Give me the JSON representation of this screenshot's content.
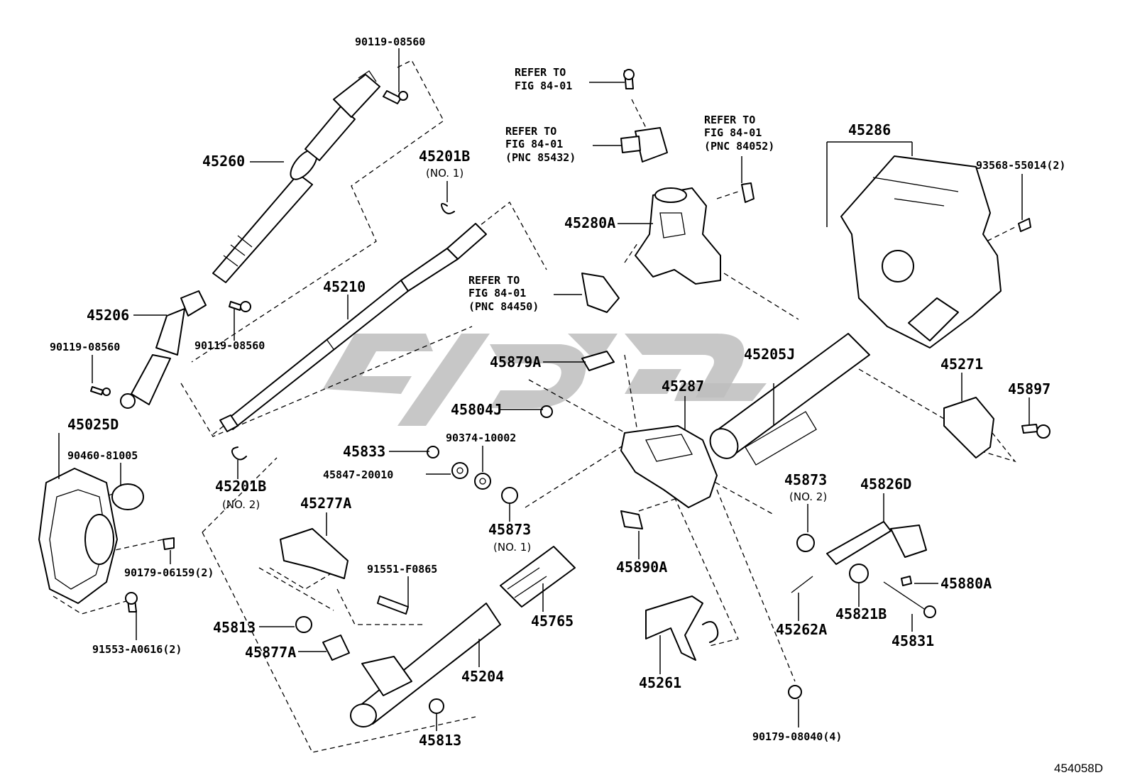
{
  "diagram_id": "454058D",
  "labels": {
    "p90119_08560_top": "90119-08560",
    "p45260": "45260",
    "p45206": "45206",
    "p90119_08560_mid": "90119-08560",
    "p90119_08560_left": "90119-08560",
    "p45201B_1": "45201B",
    "p45201B_1_sub": "(NO. 1)",
    "p45210": "45210",
    "p45201B_2": "45201B",
    "p45201B_2_sub": "(NO. 2)",
    "p45025D": "45025D",
    "p90460_81005": "90460-81005",
    "p90179_06159": "90179-06159(2)",
    "p91553_A0616": "91553-A0616(2)",
    "ref1_a": "REFER TO",
    "ref1_b": "FIG 84-01",
    "ref2_a": "REFER TO",
    "ref2_b": "FIG 84-01",
    "ref2_c": "(PNC 85432)",
    "ref3_a": "REFER TO",
    "ref3_b": "FIG 84-01",
    "ref3_c": "(PNC 84052)",
    "ref4_a": "REFER TO",
    "ref4_b": "FIG 84-01",
    "ref4_c": "(PNC 84450)",
    "p45280A": "45280A",
    "p45286": "45286",
    "p93568_55014": "93568-55014(2)",
    "p45205J": "45205J",
    "p45879A": "45879A",
    "p45804J": "45804J",
    "p45287": "45287",
    "p45271": "45271",
    "p45897": "45897",
    "p45833": "45833",
    "p90374_10002": "90374-10002",
    "p45847_20010": "45847-20010",
    "p45873_1": "45873",
    "p45873_1_sub": "(NO. 1)",
    "p45873_2": "45873",
    "p45873_2_sub": "(NO. 2)",
    "p45826D": "45826D",
    "p45277A": "45277A",
    "p91551_F0865": "91551-F0865",
    "p45890A": "45890A",
    "p45880A": "45880A",
    "p45821B": "45821B",
    "p45262A": "45262A",
    "p45831": "45831",
    "p45813_left": "45813",
    "p45877A": "45877A",
    "p45765": "45765",
    "p45204": "45204",
    "p45261": "45261",
    "p45813_bottom": "45813",
    "p90179_08040": "90179-08040(4)"
  },
  "colors": {
    "line": "#000000",
    "background": "#ffffff",
    "watermark": "#bdbdbd"
  }
}
